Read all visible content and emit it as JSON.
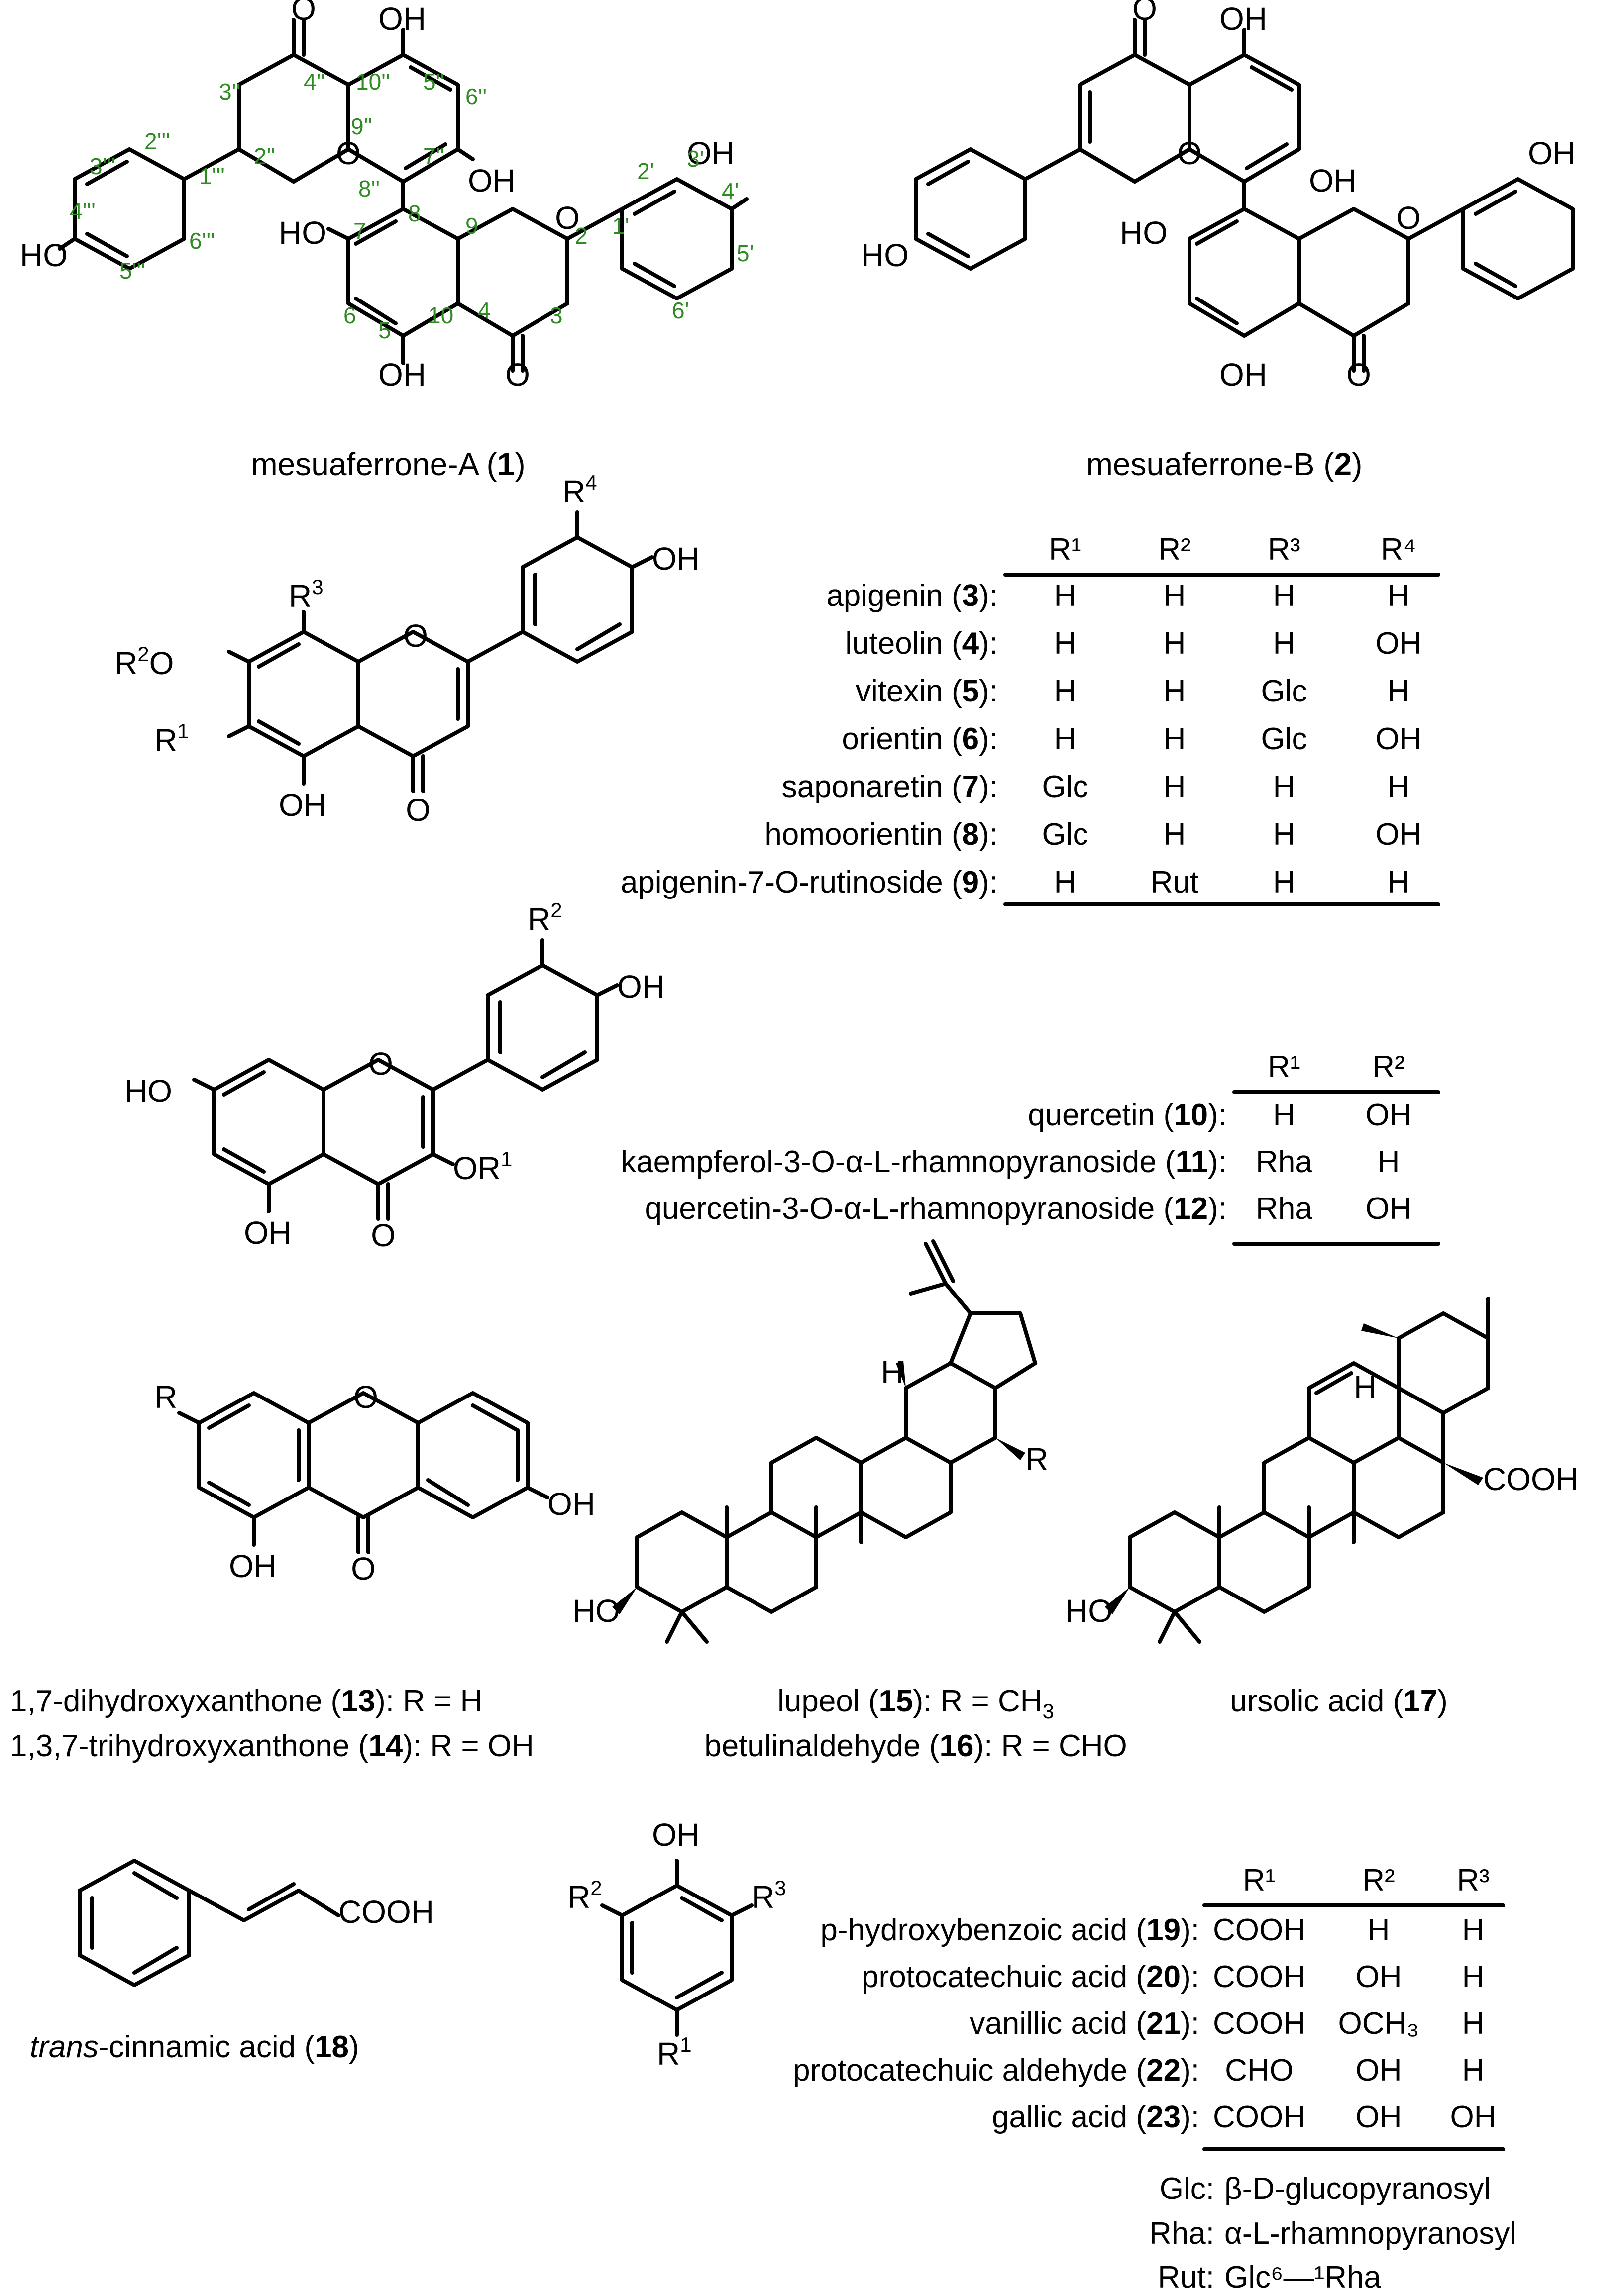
{
  "compounds": {
    "c1": "mesuaferrone-A (",
    "c1n": "1",
    "c1e": ")",
    "c2": "mesuaferrone-B (",
    "c2n": "2",
    "c2e": ")",
    "c13": "1,7-dihydroxyxanthone (",
    "c13n": "13",
    "c13e": "): R = H",
    "c14": "1,3,7-trihydroxyxanthone (",
    "c14n": "14",
    "c14e": "): R = OH",
    "c15": "lupeol (",
    "c15n": "15",
    "c15e": "): R = CH",
    "c15sub": "3",
    "c16": "betulinaldehyde (",
    "c16n": "16",
    "c16e": "): R = CHO",
    "c17": "ursolic acid (",
    "c17n": "17",
    "c17e": ")",
    "c18it": "trans",
    "c18": "-cinnamic acid (",
    "c18n": "18",
    "c18e": ")"
  },
  "table1": {
    "headers": [
      "R¹",
      "R²",
      "R³",
      "R⁴"
    ],
    "rows": [
      {
        "name": "apigenin (",
        "num": "3",
        "vals": [
          "H",
          "H",
          "H",
          "H"
        ]
      },
      {
        "name": "luteolin (",
        "num": "4",
        "vals": [
          "H",
          "H",
          "H",
          "OH"
        ]
      },
      {
        "name": "vitexin (",
        "num": "5",
        "vals": [
          "H",
          "H",
          "Glc",
          "H"
        ]
      },
      {
        "name": "orientin (",
        "num": "6",
        "vals": [
          "H",
          "H",
          "Glc",
          "OH"
        ]
      },
      {
        "name": "saponaretin (",
        "num": "7",
        "vals": [
          "Glc",
          "H",
          "H",
          "H"
        ]
      },
      {
        "name": "homoorientin (",
        "num": "8",
        "vals": [
          "Glc",
          "H",
          "H",
          "OH"
        ]
      },
      {
        "name": "apigenin-7-O-rutinoside (",
        "num": "9",
        "vals": [
          "H",
          "Rut",
          "H",
          "H"
        ]
      }
    ]
  },
  "table2": {
    "headers": [
      "R¹",
      "R²"
    ],
    "rows": [
      {
        "name": "quercetin (",
        "num": "10",
        "vals": [
          "H",
          "OH"
        ]
      },
      {
        "name": "kaempferol-3-O-α-L-rhamnopyranoside (",
        "num": "11",
        "vals": [
          "Rha",
          "H"
        ]
      },
      {
        "name": "quercetin-3-O-α-L-rhamnopyranoside (",
        "num": "12",
        "vals": [
          "Rha",
          "OH"
        ]
      }
    ]
  },
  "table3": {
    "headers": [
      "R¹",
      "R²",
      "R³"
    ],
    "rows": [
      {
        "name": "p-hydroxybenzoic acid (",
        "num": "19",
        "vals": [
          "COOH",
          "H",
          "H"
        ]
      },
      {
        "name": "protocatechuic acid (",
        "num": "20",
        "vals": [
          "COOH",
          "OH",
          "H"
        ]
      },
      {
        "name": "vanillic acid (",
        "num": "21",
        "vals": [
          "COOH",
          "OCH₃",
          "H"
        ]
      },
      {
        "name": "protocatechuic aldehyde (",
        "num": "22",
        "vals": [
          "CHO",
          "OH",
          "H"
        ]
      },
      {
        "name": "gallic acid (",
        "num": "23",
        "vals": [
          "COOH",
          "OH",
          "OH"
        ]
      }
    ]
  },
  "legend": {
    "glc_key": "Glc:",
    "glc_val": "β-D-glucopyranosyl",
    "rha_key": "Rha:",
    "rha_val": "α-L-rhamnopyranosyl",
    "rut_key": "Rut:",
    "rut_val": "Glc⁶—¹Rha"
  },
  "atom_labels": {
    "OH": "OH",
    "HO": "HO",
    "O": "O",
    "H": "H",
    "R": "R",
    "R1": "R",
    "R2": "R",
    "R3": "R",
    "R4": "R",
    "OR1": "OR",
    "R2O": "R",
    "COOH": "COOH"
  },
  "numbering": {
    "n2": "2",
    "n3": "3",
    "n4": "4",
    "n5": "5",
    "n6": "6",
    "n7": "7",
    "n8": "8",
    "n9": "9",
    "n10": "10",
    "n1p": "1'",
    "n2p": "2'",
    "n3p": "3'",
    "n4p": "4'",
    "n5p": "5'",
    "n6p": "6'",
    "n2pp": "2''",
    "n3pp": "3''",
    "n4pp": "4''",
    "n5pp": "5''",
    "n6pp": "6''",
    "n7pp": "7''",
    "n8pp": "8''",
    "n9pp": "9''",
    "n10pp": "10''",
    "n1ppp": "1'''",
    "n2ppp": "2'''",
    "n3ppp": "3'''",
    "n4ppp": "4'''",
    "n5ppp": "5'''",
    "n6ppp": "6'''"
  },
  "colors": {
    "numbering": "#2e8b22",
    "ink": "#000000"
  }
}
